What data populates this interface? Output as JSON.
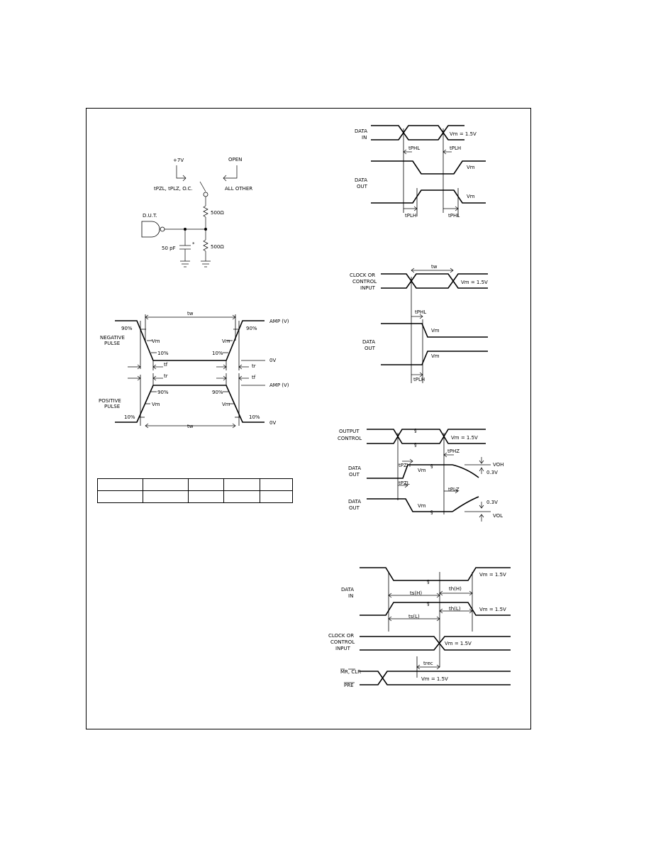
{
  "circuit": {
    "supply": "+7V",
    "open": "OPEN",
    "switch_cond": "tPZL, tPLZ, O.C.",
    "all_other": "ALL OTHER",
    "dut": "D.U.T.",
    "cap": "50 pF",
    "asterisk": "*",
    "r_top": "500Ω",
    "r_bottom": "500Ω"
  },
  "pulse": {
    "tw_top": "tw",
    "tw_bottom": "tw",
    "p90_left": "90%",
    "p90_right": "90%",
    "neg_pulse": [
      "NEGATIVE",
      "PULSE"
    ],
    "pos_pulse": [
      "POSITIVE",
      "PULSE"
    ],
    "vm1": "Vm",
    "vm2": "Vm",
    "vm3": "Vm",
    "vm4": "Vm",
    "p10_left": "10%",
    "p10_right": "10%",
    "tf1": "tf",
    "tr1": "tr",
    "tr2": "tr",
    "tf2": "tf",
    "p90_pos_left": "90%",
    "p90_pos_right": "90%",
    "p10_pos_left": "10%",
    "p10_pos_right": "10%",
    "amp1": "AMP (V)",
    "amp2": "AMP (V)",
    "ov1": "0V",
    "ov2": "0V"
  },
  "prop": {
    "data_in": [
      "DATA",
      "IN"
    ],
    "data_out": [
      "DATA",
      "OUT"
    ],
    "vm_label": "Vm = 1.5V",
    "tphl": "tPHL",
    "tplh": "tPLH",
    "vm_a": "Vm",
    "vm_b": "Vm",
    "tplh_bottom": "tPLH",
    "tphl_bottom": "tPHL"
  },
  "clock": {
    "clock_in": [
      "CLOCK OR",
      "CONTROL",
      "INPUT"
    ],
    "data_out": [
      "DATA",
      "OUT"
    ],
    "tw": "tw",
    "vm_label": "Vm = 1.5V",
    "tphl": "tPHL",
    "vm_a": "Vm",
    "vm_b": "Vm",
    "tplh": "tPLH"
  },
  "tristate": {
    "oc": [
      "OUTPUT",
      "CONTROL"
    ],
    "data_out_1": [
      "DATA",
      "OUT"
    ],
    "data_out_2": [
      "DATA",
      "OUT"
    ],
    "vm_label": "Vm = 1.5V",
    "tphz": "tPHZ",
    "tpzh": "tPZH",
    "tpzl": "tPZL",
    "tplz": "tPLZ",
    "vm_a": "Vm",
    "vm_b": "Vm",
    "voh": "VOH",
    "vol": "VOL",
    "v03a": "0.3V",
    "v03b": "0.3V"
  },
  "setup": {
    "data_in": [
      "DATA",
      "IN"
    ],
    "clock_in": [
      "CLOCK OR",
      "CONTROL",
      "INPUT"
    ],
    "mr_clr": "MR, CLR",
    "pre": "PRE",
    "vm1": "Vm = 1.5V",
    "vm2": "Vm = 1.5V",
    "vm3": "Vm = 1.5V",
    "vm4": "Vm = 1.5V",
    "ts_h": "ts(H)",
    "th_h": "th(H)",
    "th_l": "th(L)",
    "ts_l": "ts(L)",
    "trec": "trec"
  },
  "table": {
    "rows": 2,
    "cols": 5
  }
}
